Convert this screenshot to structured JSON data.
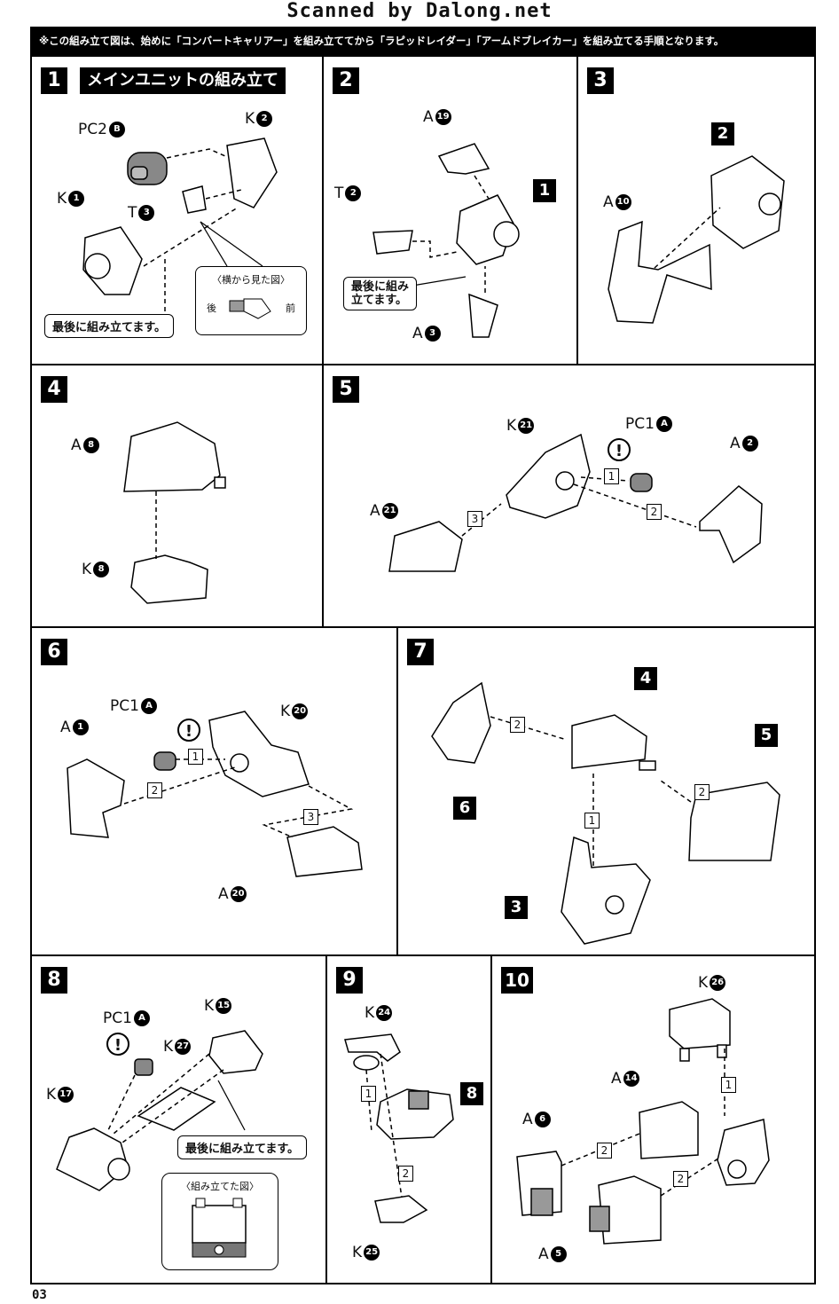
{
  "header": {
    "scan_credit": "Scanned by Dalong.net",
    "notice": "※この組み立て図は、始めに「コンバートキャリアー」を組み立ててから「ラピッドレイダー」「アームドブレイカー」を組み立てる手順となります。"
  },
  "page_number": "03",
  "steps": {
    "s1": {
      "number": "1",
      "title": "メインユニットの組み立て",
      "labels": {
        "pc2": "PC2",
        "pc2_part": "B",
        "k": "K",
        "k1": "1",
        "k2": "2",
        "t": "T",
        "t3": "3"
      },
      "note_last": "最後に組み立てます。",
      "side_view": {
        "title": "〈横から見た図〉",
        "back": "後",
        "front": "前"
      }
    },
    "s2": {
      "number": "2",
      "labels": {
        "a": "A",
        "a19": "19",
        "t": "T",
        "t2": "2",
        "a3": "3",
        "sub1": "1"
      },
      "note_last": "最後に組み\n立てます。"
    },
    "s3": {
      "number": "3",
      "labels": {
        "a": "A",
        "a10": "10",
        "sub2": "2"
      }
    },
    "s4": {
      "number": "4",
      "labels": {
        "a": "A",
        "a8": "8",
        "k": "K",
        "k8": "8"
      }
    },
    "s5": {
      "number": "5",
      "labels": {
        "k": "K",
        "k21": "21",
        "pc1": "PC1",
        "pc1_part": "A",
        "a": "A",
        "a2": "2",
        "a21": "21",
        "seq1": "1",
        "seq2": "2",
        "seq3": "3"
      }
    },
    "s6": {
      "number": "6",
      "labels": {
        "pc1": "PC1",
        "pc1_part": "A",
        "a": "A",
        "a1": "1",
        "k": "K",
        "k20": "20",
        "a20": "20",
        "seq1": "1",
        "seq2": "2",
        "seq3": "3"
      }
    },
    "s7": {
      "number": "7",
      "labels": {
        "sub4": "4",
        "sub5": "5",
        "sub6": "6",
        "sub3": "3",
        "seq1": "1",
        "seq2": "2"
      }
    },
    "s8": {
      "number": "8",
      "labels": {
        "pc1": "PC1",
        "pc1_part": "A",
        "k": "K",
        "k15": "15",
        "k27": "27",
        "k17": "17"
      },
      "note_last": "最後に組み立てます。",
      "assembled_title": "〈組み立てた図〉"
    },
    "s9": {
      "number": "9",
      "labels": {
        "k": "K",
        "k24": "24",
        "k25": "25",
        "sub8": "8",
        "seq1": "1",
        "seq2": "2"
      }
    },
    "s10": {
      "number": "10",
      "labels": {
        "k": "K",
        "k26": "26",
        "a": "A",
        "a14": "14",
        "a6": "6",
        "a5": "5",
        "seq1": "1",
        "seq2": "2"
      }
    }
  },
  "warning_glyph": "!",
  "icons": [
    "warning-icon",
    "part-sprue-circle"
  ]
}
